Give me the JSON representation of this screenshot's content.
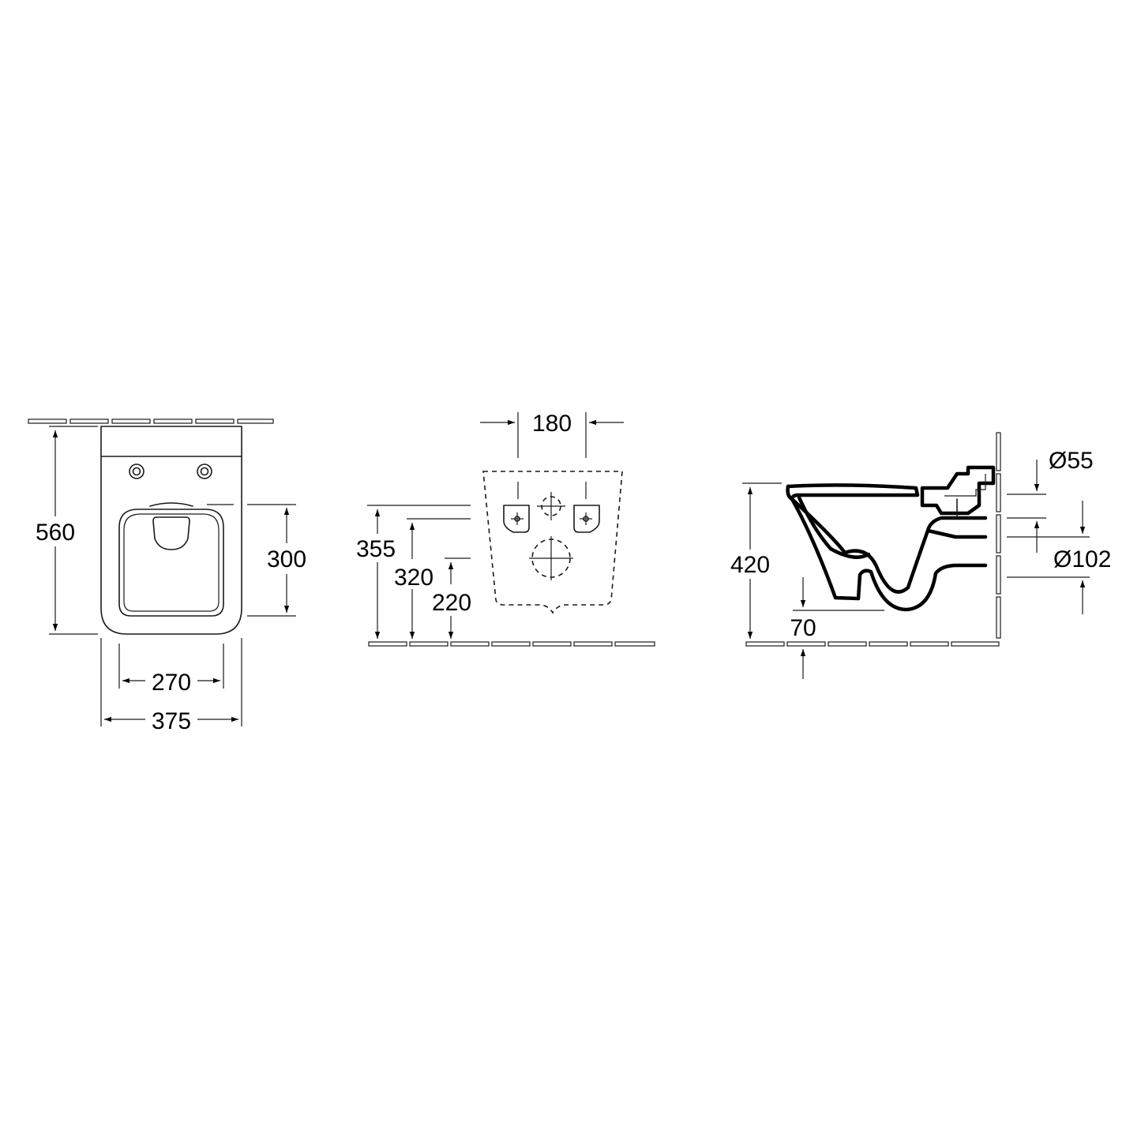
{
  "diagram": {
    "line_color": "#000000",
    "background": "#ffffff",
    "top_view": {
      "dim_length": "560",
      "dim_seat_depth": "300",
      "dim_inner_width": "270",
      "dim_outer_width": "375"
    },
    "rear_view": {
      "dim_bolt_spacing": "180",
      "dim_upper_height": "355",
      "dim_bolt_height": "320",
      "dim_outlet_height": "220"
    },
    "side_view": {
      "dim_rim_height": "420",
      "dim_inlet_diameter": "Ø55",
      "dim_outlet_diameter": "Ø102",
      "dim_base_offset": "70"
    }
  }
}
